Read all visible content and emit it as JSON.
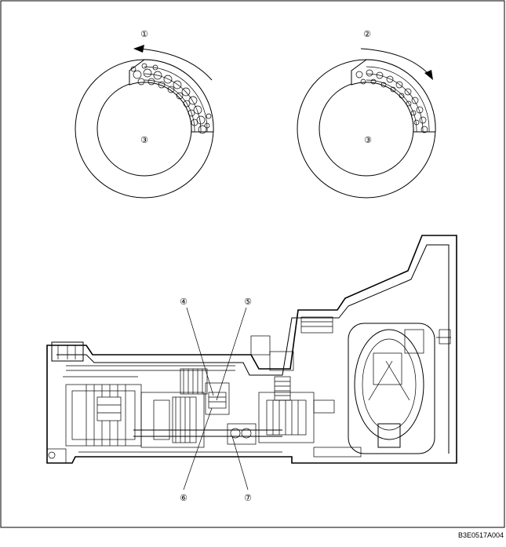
{
  "callouts": {
    "c1": "①",
    "c2": "②",
    "c3a": "③",
    "c3b": "③",
    "c4": "④",
    "c5": "⑤",
    "c6": "⑥",
    "c7": "⑦"
  },
  "figure_code": "B3E0517A004"
}
